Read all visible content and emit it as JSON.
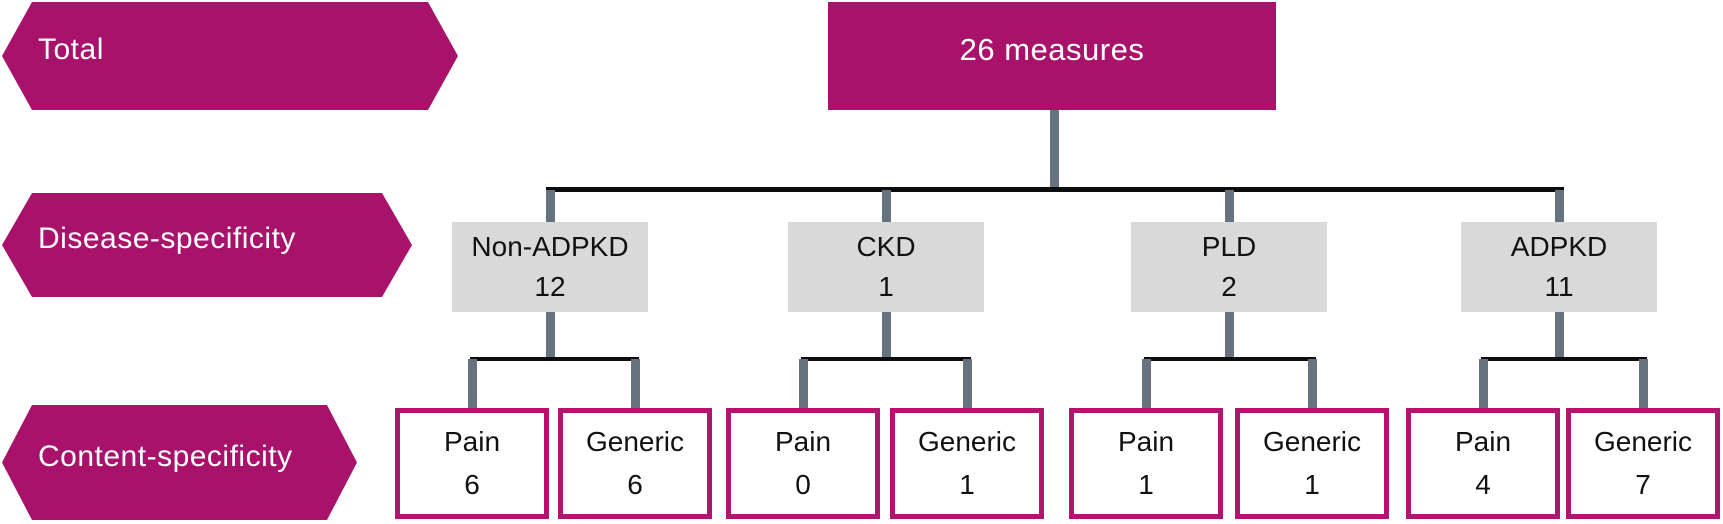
{
  "row_labels": {
    "total": "Total",
    "disease": "Disease-specificity",
    "content": "Content-specificity"
  },
  "root": {
    "label": "26 measures"
  },
  "groups": [
    {
      "disease": "Non-ADPKD",
      "count": "12",
      "children": [
        {
          "label": "Pain",
          "count": "6"
        },
        {
          "label": "Generic",
          "count": "6"
        }
      ]
    },
    {
      "disease": "CKD",
      "count": "1",
      "children": [
        {
          "label": "Pain",
          "count": "0"
        },
        {
          "label": "Generic",
          "count": "1"
        }
      ]
    },
    {
      "disease": "PLD",
      "count": "2",
      "children": [
        {
          "label": "Pain",
          "count": "1"
        },
        {
          "label": "Generic",
          "count": "1"
        }
      ]
    },
    {
      "disease": "ADPKD",
      "count": "11",
      "children": [
        {
          "label": "Pain",
          "count": "4"
        },
        {
          "label": "Generic",
          "count": "7"
        }
      ]
    }
  ],
  "colors": {
    "magenta": "#A8126B",
    "leaf_border": "#B1156E",
    "node_gray": "#D9D9D9",
    "line_gray": "#66737E",
    "line_black": "#0D0D0D"
  }
}
